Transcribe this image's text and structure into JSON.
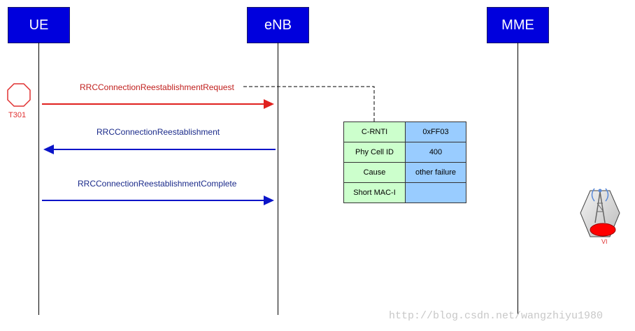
{
  "entities": [
    {
      "label": "UE"
    },
    {
      "label": "eNB"
    },
    {
      "label": "MME"
    }
  ],
  "timer": {
    "label": "T301"
  },
  "messages": [
    {
      "label": "RRCConnectionReestablishmentRequest",
      "from": "UE",
      "to": "eNB",
      "color": "#e0201e"
    },
    {
      "label": "RRCConnectionReestablishment",
      "from": "eNB",
      "to": "UE",
      "color": "#0a14c8"
    },
    {
      "label": "RRCConnectionReestablishmentComplete",
      "from": "UE",
      "to": "eNB",
      "color": "#0a14c8"
    }
  ],
  "ie_table": {
    "rows": [
      {
        "field": "C-RNTI",
        "value": "0xFF03"
      },
      {
        "field": "Phy Cell ID",
        "value": "400"
      },
      {
        "field": "Cause",
        "value": "other failure"
      },
      {
        "field": "Short MAC-I",
        "value": ""
      }
    ]
  },
  "colors": {
    "entity_fill": "#0000dd",
    "request_arrow": "#e0201e",
    "response_arrow": "#0a14c8",
    "request_label": "#c0201e",
    "response_label": "#1a2a8a",
    "timer": "#e03030",
    "ie_field_bg": "#ccffcc",
    "ie_value_bg": "#99ccff",
    "watermark": "#c8c8c8"
  },
  "vi_icon": {
    "label": "VI",
    "icon": "tower-icon"
  },
  "watermark": "http://blog.csdn.net/wangzhiyu1980"
}
